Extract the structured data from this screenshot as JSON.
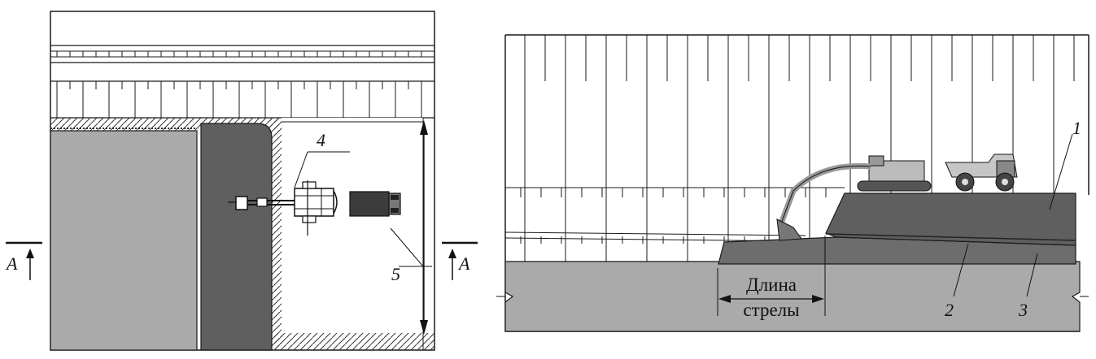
{
  "plan_view": {
    "section_mark_left": "A",
    "section_mark_right": "A",
    "callout_4": "4",
    "callout_5": "5"
  },
  "section_view": {
    "callout_1": "1",
    "callout_2": "2",
    "callout_3": "3",
    "boom_label_line1": "Длина",
    "boom_label_line2": "стрелы"
  },
  "colors": {
    "light_gray": "#aaaaaa",
    "dark_gray": "#5f5f5f",
    "mid_gray": "#6d6d6d",
    "line": "#1a1a1a"
  }
}
